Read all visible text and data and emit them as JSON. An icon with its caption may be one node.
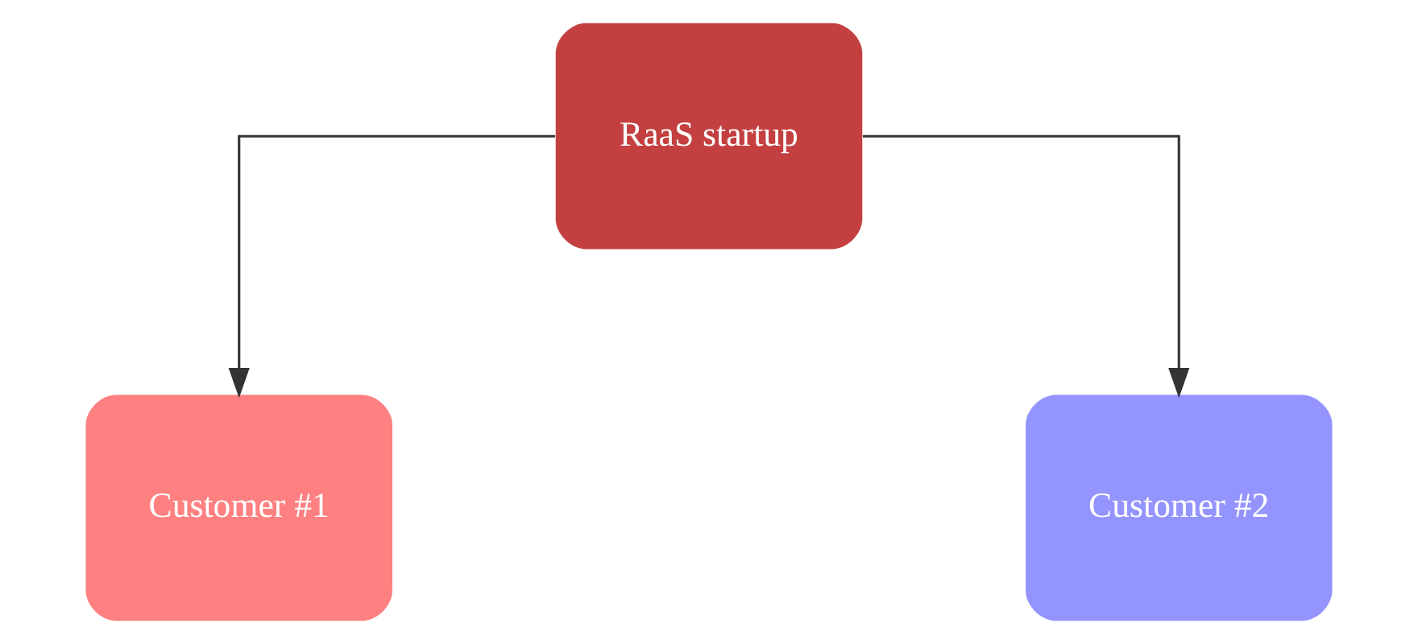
{
  "diagram": {
    "nodes": [
      {
        "text": [
          "RaaS startup"
        ]
      },
      {
        "text": [
          "Customer #1"
        ]
      },
      {
        "text": [
          "Customer #2"
        ]
      }
    ],
    "edges": [
      {
        "from": 0,
        "to": 1,
        "arrow": "to"
      },
      {
        "from": 0,
        "to": 2,
        "arrow": "to"
      }
    ]
  }
}
